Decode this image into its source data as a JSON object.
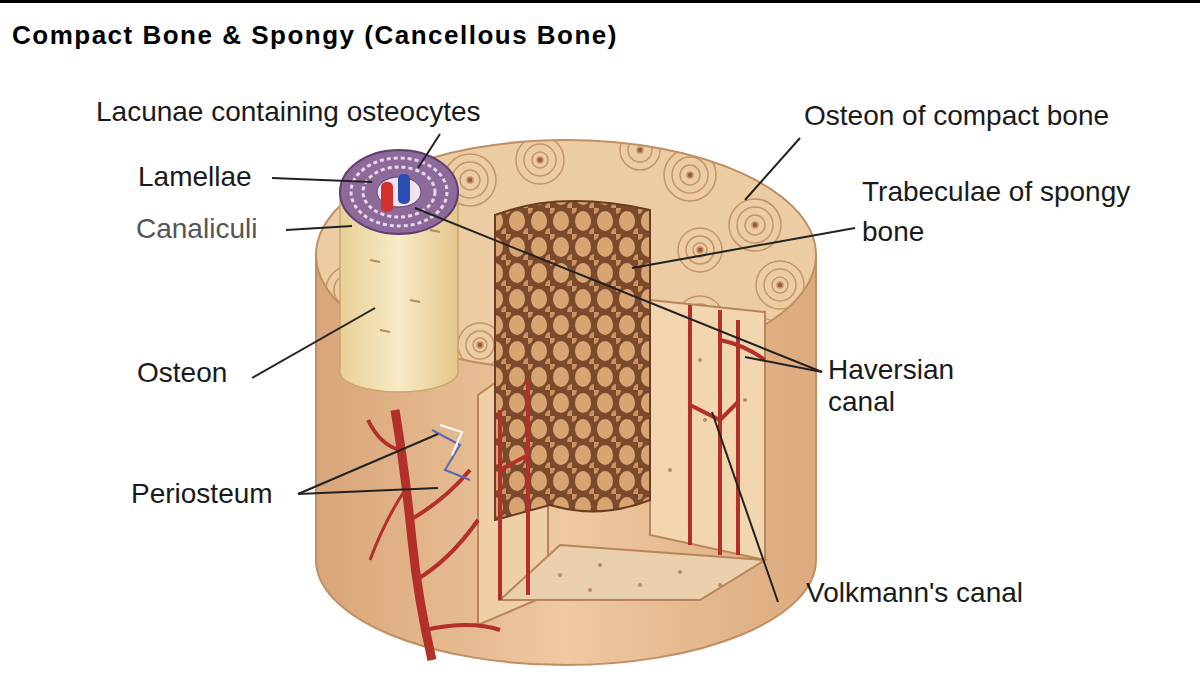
{
  "diagram": {
    "title": "Compact Bone & Spongy (Cancellous Bone)",
    "labels": [
      "Lacunae containing osteocytes",
      "Lamellae",
      "Canaliculi",
      "Osteon",
      "Periosteum",
      "Osteon of compact bone",
      "Trabeculae of spongy bone",
      "Haversian canal",
      "Volkmann's canal"
    ]
  }
}
